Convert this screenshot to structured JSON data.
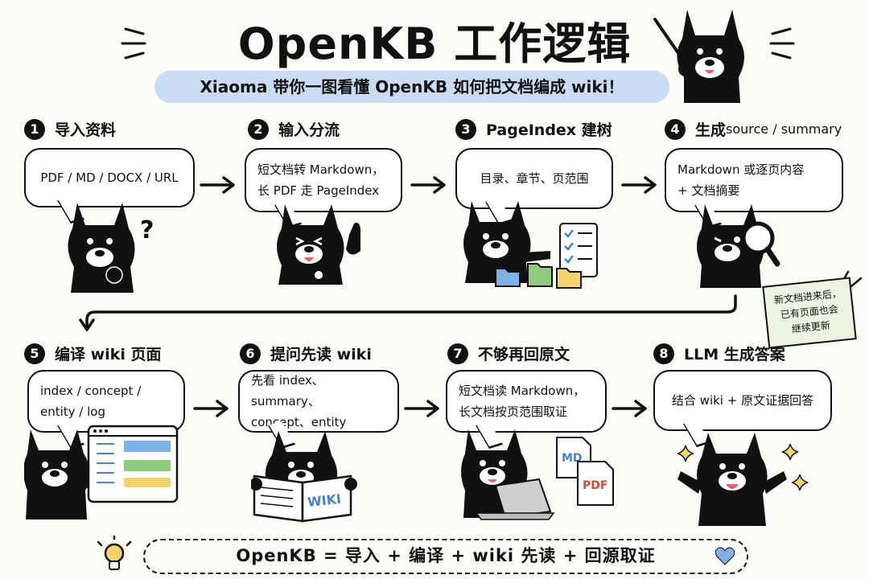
{
  "header": {
    "title": "OpenKB 工作逻辑",
    "subtitle": "Xiaoma 带你一图看懂 OpenKB 如何把文档编成 wiki！"
  },
  "steps": [
    {
      "num": "1",
      "title": "导入资料",
      "title_sub": "",
      "lines": [
        "PDF / MD / DOCX / URL"
      ],
      "mascot_prop": "question-mark"
    },
    {
      "num": "2",
      "title": "输入分流",
      "title_sub": "",
      "lines": [
        "短文档转 Markdown，",
        "长 PDF 走 PageIndex"
      ],
      "mascot_prop": "pointing-finger"
    },
    {
      "num": "3",
      "title": "PageIndex 建树",
      "title_sub": "",
      "lines": [
        "目录、章节、页范围"
      ],
      "mascot_prop": "folders-checklist"
    },
    {
      "num": "4",
      "title": "生成 ",
      "title_sub": "source / summary",
      "lines": [
        "Markdown 或逐页内容",
        "+ 文档摘要"
      ],
      "mascot_prop": "magnifier"
    },
    {
      "num": "5",
      "title": "编译 wiki 页面",
      "title_sub": "",
      "lines": [
        "index / concept /",
        "entity / log"
      ],
      "mascot_prop": "wiki-window"
    },
    {
      "num": "6",
      "title": "提问先读 wiki",
      "title_sub": "",
      "lines": [
        "先看 index、summary、",
        "concept、entity"
      ],
      "mascot_prop": "wiki-book",
      "book_label": "WIKI"
    },
    {
      "num": "7",
      "title": "不够再回原文",
      "title_sub": "",
      "lines": [
        "短文档读 Markdown，",
        "长文档按页范围取证"
      ],
      "mascot_prop": "laptop-docs",
      "doc_labels": [
        "MD",
        "PDF"
      ]
    },
    {
      "num": "8",
      "title": "LLM 生成答案",
      "title_sub": "",
      "lines": [
        "结合 wiki + 原文证据回答"
      ],
      "mascot_prop": "sparkles"
    }
  ],
  "note": {
    "lines": [
      "新文档进来后，",
      "已有页面也会",
      "继续更新"
    ]
  },
  "summary": {
    "text": "OpenKB = 导入 + 编译 + wiki 先读 + 回源取证"
  },
  "icons": {
    "left": "lightbulb-icon",
    "right": "heart-icon"
  },
  "colors": {
    "subtitle_bg": "#c9dcf3",
    "note_bg": "#eaf4e1",
    "blue": "#7fb3e8",
    "green": "#8fca7e",
    "yellow": "#f3d46c",
    "red": "#d84a3a",
    "tongue": "#e0646a"
  }
}
